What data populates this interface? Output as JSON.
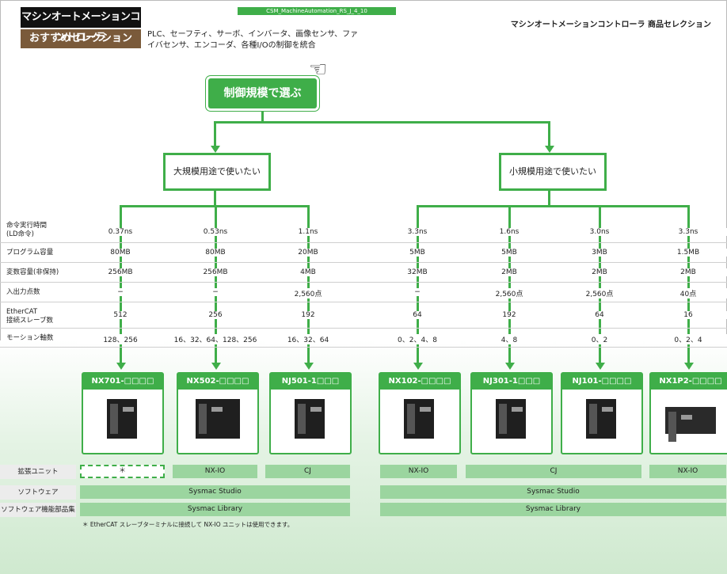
{
  "header": {
    "doc_code": "CSM_MachineAutomation_RS_J_4_10",
    "logo_line1": "マシンオートメーションコントローラ",
    "logo_line2": "おすすめセレクション",
    "description": "PLC、セーフティ、サーボ、インバータ、画像センサ、ファイバセンサ、エンコーダ、各種I/Oの制御を統合",
    "page_title": "マシンオートメーションコントローラ 商品セレクション"
  },
  "flow": {
    "root": "制御規模で選ぶ",
    "branch_large": "大規模用途で使いたい",
    "branch_small": "小規模用途で使いたい"
  },
  "row_labels": [
    "命令実行時間\n(LD命令)",
    "プログラム容量",
    "変数容量(非保持)",
    "入出力点数",
    "EtherCAT\n接続スレーブ数",
    "モーション軸数"
  ],
  "products": [
    {
      "model": "NX701-□□□□",
      "exec": "0.37ns",
      "program": "80MB",
      "variable": "256MB",
      "io": "−",
      "slaves": "512",
      "axes": "128、256"
    },
    {
      "model": "NX502-□□□□",
      "exec": "0.53ns",
      "program": "80MB",
      "variable": "256MB",
      "io": "−",
      "slaves": "256",
      "axes": "16、32、64、128、256"
    },
    {
      "model": "NJ501-1□□□",
      "exec": "1.1ns",
      "program": "20MB",
      "variable": "4MB",
      "io": "2,560点",
      "slaves": "192",
      "axes": "16、32、64"
    },
    {
      "model": "NX102-□□□□",
      "exec": "3.3ns",
      "program": "5MB",
      "variable": "32MB",
      "io": "−",
      "slaves": "64",
      "axes": "0、2、4、8"
    },
    {
      "model": "NJ301-1□□□",
      "exec": "1.6ns",
      "program": "5MB",
      "variable": "2MB",
      "io": "2,560点",
      "slaves": "192",
      "axes": "4、8"
    },
    {
      "model": "NJ101-□□□□",
      "exec": "3.0ns",
      "program": "3MB",
      "variable": "2MB",
      "io": "2,560点",
      "slaves": "64",
      "axes": "0、2"
    },
    {
      "model": "NX1P2-□□□□",
      "exec": "3.3ns",
      "program": "1.5MB",
      "variable": "2MB",
      "io": "40点",
      "slaves": "16",
      "axes": "0、2、4"
    }
  ],
  "bottom": {
    "label_expansion": "拡張ユニット",
    "label_software": "ソフトウェア",
    "label_library": "ソフトウェア機能部品集",
    "exp_nx701": "＊",
    "exp_nx502": "NX-IO",
    "exp_nj501": "CJ",
    "exp_nx102": "NX-IO",
    "exp_nj_cj": "CJ",
    "exp_nx1p2": "NX-IO",
    "software_left": "Sysmac Studio",
    "software_right": "Sysmac Studio",
    "library_left": "Sysmac Library",
    "library_right": "Sysmac Library",
    "note": "＊ EtherCAT スレーブターミナルに接続して NX-IO ユニットは使用できます。"
  },
  "colors": {
    "accent": "#3fae49",
    "bar": "#9bd59f"
  }
}
